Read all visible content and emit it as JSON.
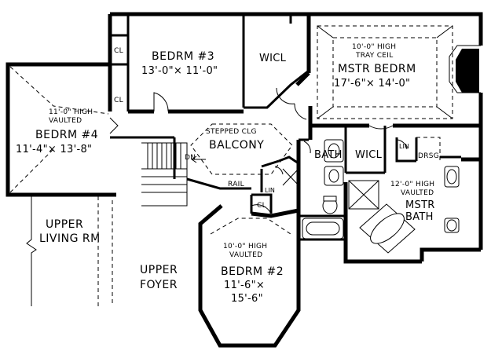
{
  "rooms": {
    "bedrm3": {
      "name": "BEDRM #3",
      "size": "13'-0\"× 11'-0\""
    },
    "mstr_bedrm": {
      "ceiling_1": "10'-0\" HIGH",
      "ceiling_2": "TRAY CEIL",
      "name": "MSTR BEDRM",
      "size": "17'-6\"× 14'-0\""
    },
    "bedrm4": {
      "ceiling_1": "11'-0\" HIGH",
      "ceiling_2": "VAULTED",
      "name": "BEDRM #4",
      "size": "11'-4\"× 13'-8\""
    },
    "balcony": {
      "ceiling": "STEPPED CLG",
      "name": "BALCONY"
    },
    "bedrm2": {
      "ceiling_1": "10'-0\" HIGH",
      "ceiling_2": "VAULTED",
      "name": "BEDRM #2",
      "size_1": "11'-6\"×",
      "size_2": "15'-6\""
    },
    "mstr_bath": {
      "ceiling_1": "12'-0\" HIGH",
      "ceiling_2": "VAULTED",
      "name_1": "MSTR",
      "name_2": "BATH"
    },
    "upper_living": {
      "name_1": "UPPER",
      "name_2": "LIVING RM"
    },
    "upper_foyer": {
      "name_1": "UPPER",
      "name_2": "FOYER"
    }
  },
  "labels": {
    "cl_top": "CL",
    "cl_mid": "CL",
    "cl_bed2": "CL",
    "wicl_top": "WICL",
    "wicl_bath": "WICL",
    "bath": "BATH",
    "lin_bath": "LIN",
    "lin_mstr": "LIN",
    "drsg": "DRSG",
    "dn": "DN",
    "rail": "RAIL"
  }
}
